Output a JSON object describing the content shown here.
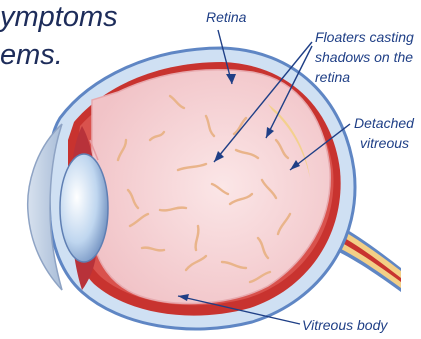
{
  "heading": {
    "line1": "ymptoms",
    "line2": "ems."
  },
  "labels": {
    "retina": "Retina",
    "floaters": [
      "Floaters casting",
      "shadows on the",
      "retina"
    ],
    "detached": [
      "Detached",
      "vitreous"
    ],
    "vitreous_body": "Vitreous body"
  },
  "colors": {
    "sclera_outline": "#5f86c4",
    "sclera": "#cfe0f3",
    "choroid": "#c8332f",
    "vitreous": "#f6d4d6",
    "floater": "#e9b48a",
    "optic_nerve": "#f3cf86",
    "pointer": "#1f3f86"
  }
}
